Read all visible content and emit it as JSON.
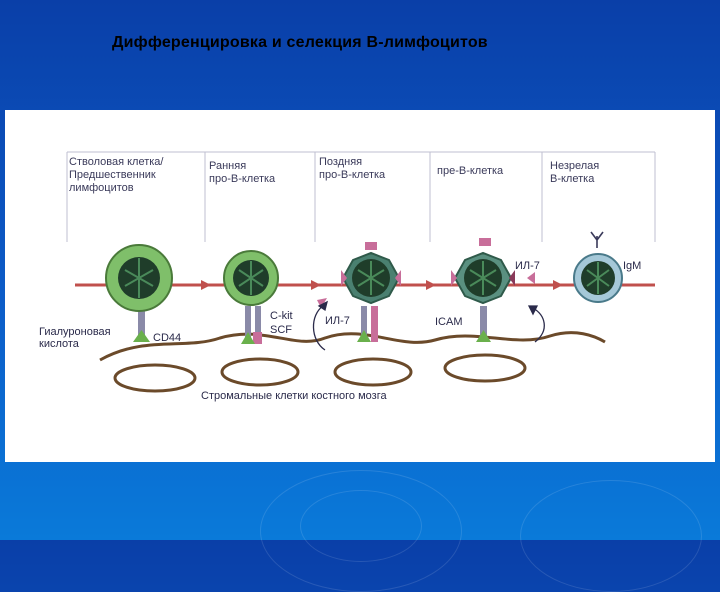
{
  "slide": {
    "title": "Дифференцировка  и селекция В-лимфоцитов"
  },
  "diagram": {
    "stages": [
      {
        "label": "Стволовая клетка/\nПредшественник\nлимфоцитов"
      },
      {
        "label": "Ранняя\nпро-В-клетка"
      },
      {
        "label": "Поздняя\nпро-В-клетка"
      },
      {
        "label": "пре-В-клетка"
      },
      {
        "label": "Незрелая\nВ-клетка"
      }
    ],
    "labels": {
      "hyaluronic_acid": "Гиалуроновая\nкислота",
      "cd44": "CD44",
      "ckit": "C-kit",
      "scf": "SCF",
      "il7_left": "ИЛ-7",
      "icam": "ICAM",
      "il7_top": "ИЛ-7",
      "igm": "IgM",
      "stromal": "Стромальные клетки костного мозга"
    },
    "colors": {
      "cell_light": "#7fbf6a",
      "cell_dark": "#3f7a4a",
      "nucleus": "#1f3d2a",
      "axis": "#c0504d",
      "stroma": "#6b4a2a",
      "receptor_pink": "#c86e9a",
      "receptor_green": "#6ab04c",
      "receptor_gray": "#8a8aa8"
    }
  }
}
